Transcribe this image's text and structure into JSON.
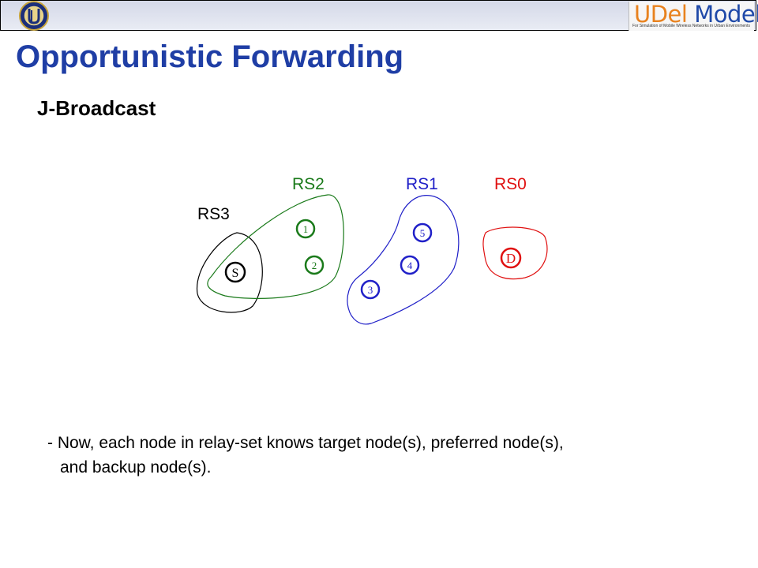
{
  "header": {
    "brand": {
      "name_part1": "UDel",
      "name_part2": "Models",
      "tagline": "For Simulation of Mobile Wireless Networks in Urban Environments"
    },
    "seal_icon": "university-seal",
    "colors": {
      "bar": "#d4d8e8",
      "brand_orange": "#e8821e",
      "brand_blue": "#1f49a8"
    }
  },
  "slide": {
    "title": "Opportunistic Forwarding",
    "subtitle": "J-Broadcast",
    "title_color": "#1f3ea5"
  },
  "diagram": {
    "relay_sets": [
      {
        "label": "RS3",
        "color": "#000000"
      },
      {
        "label": "RS2",
        "color": "#1a7a1a"
      },
      {
        "label": "RS1",
        "color": "#2020c8"
      },
      {
        "label": "RS0",
        "color": "#e01010"
      }
    ],
    "nodes": [
      {
        "label": "S",
        "set": "RS3"
      },
      {
        "label": "1",
        "set": "RS2"
      },
      {
        "label": "2",
        "set": "RS2"
      },
      {
        "label": "3",
        "set": "RS1"
      },
      {
        "label": "4",
        "set": "RS1"
      },
      {
        "label": "5",
        "set": "RS1"
      },
      {
        "label": "D",
        "set": "RS0"
      }
    ]
  },
  "body": {
    "line1": "- Now, each node in relay-set knows target node(s), preferred node(s),",
    "line2": "and backup node(s)."
  }
}
